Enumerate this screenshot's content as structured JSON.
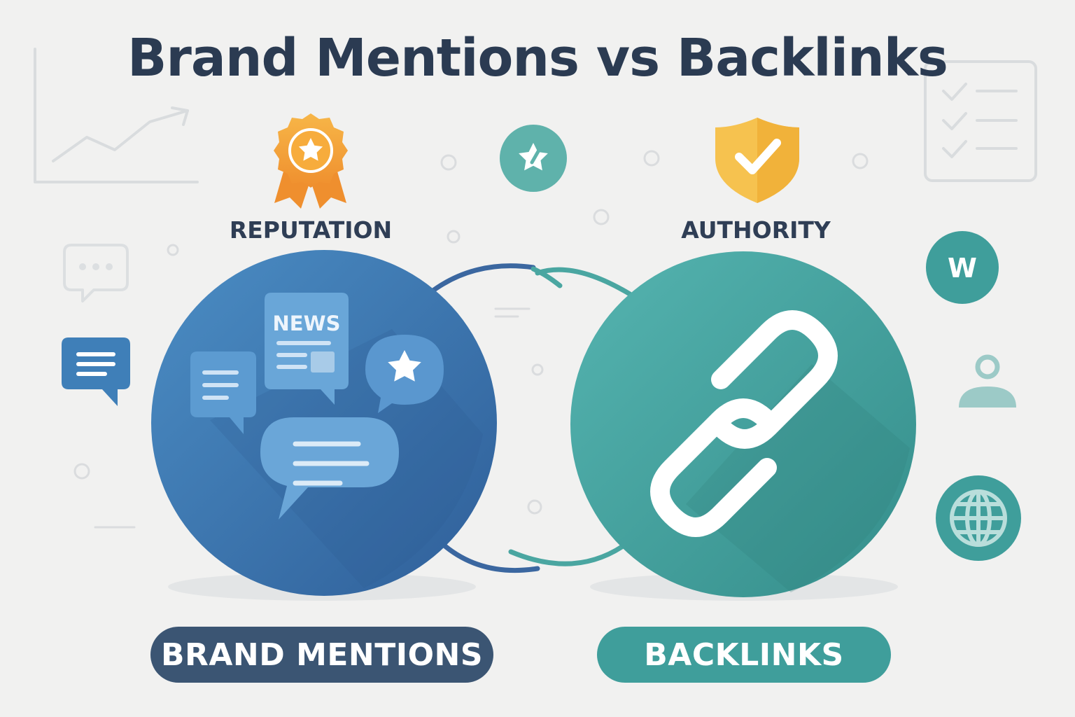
{
  "title": "Brand Mentions vs Backlinks",
  "left": {
    "label_top": "REPUTATION",
    "pill": "BRAND MENTIONS",
    "news_text": "NEWS",
    "color": "#3d77ad"
  },
  "right": {
    "label_top": "AUTHORITY",
    "pill": "BACKLINKS",
    "color": "#3f9e9b"
  },
  "side_icon": {
    "w_text": "W"
  },
  "colors": {
    "title": "#2b3b52",
    "label": "#2f3e55",
    "background": "#f1f1f0",
    "blue_circle": "#3d77ad",
    "teal_circle": "#3f9e9b",
    "pill_dark": "#3b5573",
    "pill_teal": "#3f9e9b",
    "badge_orange": "#f3a03b",
    "shield_yellow": "#f6c24f"
  },
  "icons": [
    "chart-icon",
    "checklist-icon",
    "award-ribbon-icon",
    "star-badge-icon",
    "shield-check-icon",
    "chat-bubble-icon",
    "news-icon",
    "star-bubble-icon",
    "chain-link-icon",
    "wikipedia-icon",
    "user-icon",
    "globe-icon"
  ]
}
